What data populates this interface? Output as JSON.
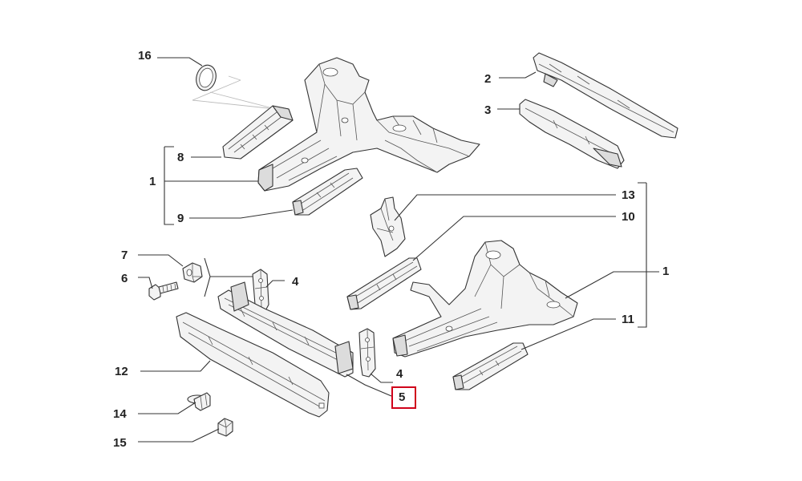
{
  "diagram": {
    "highlight_color": "#d0021b",
    "callouts": [
      {
        "id": "c16",
        "label": "16"
      },
      {
        "id": "c8",
        "label": "8"
      },
      {
        "id": "c1a",
        "label": "1"
      },
      {
        "id": "c9",
        "label": "9"
      },
      {
        "id": "c2",
        "label": "2"
      },
      {
        "id": "c3",
        "label": "3"
      },
      {
        "id": "c13",
        "label": "13"
      },
      {
        "id": "c10",
        "label": "10"
      },
      {
        "id": "c1b",
        "label": "1"
      },
      {
        "id": "c11",
        "label": "11"
      },
      {
        "id": "c7",
        "label": "7"
      },
      {
        "id": "c6",
        "label": "6"
      },
      {
        "id": "c4a",
        "label": "4"
      },
      {
        "id": "c4b",
        "label": "4"
      },
      {
        "id": "c12",
        "label": "12"
      },
      {
        "id": "c5",
        "label": "5"
      },
      {
        "id": "c14",
        "label": "14"
      },
      {
        "id": "c15",
        "label": "15"
      }
    ]
  }
}
